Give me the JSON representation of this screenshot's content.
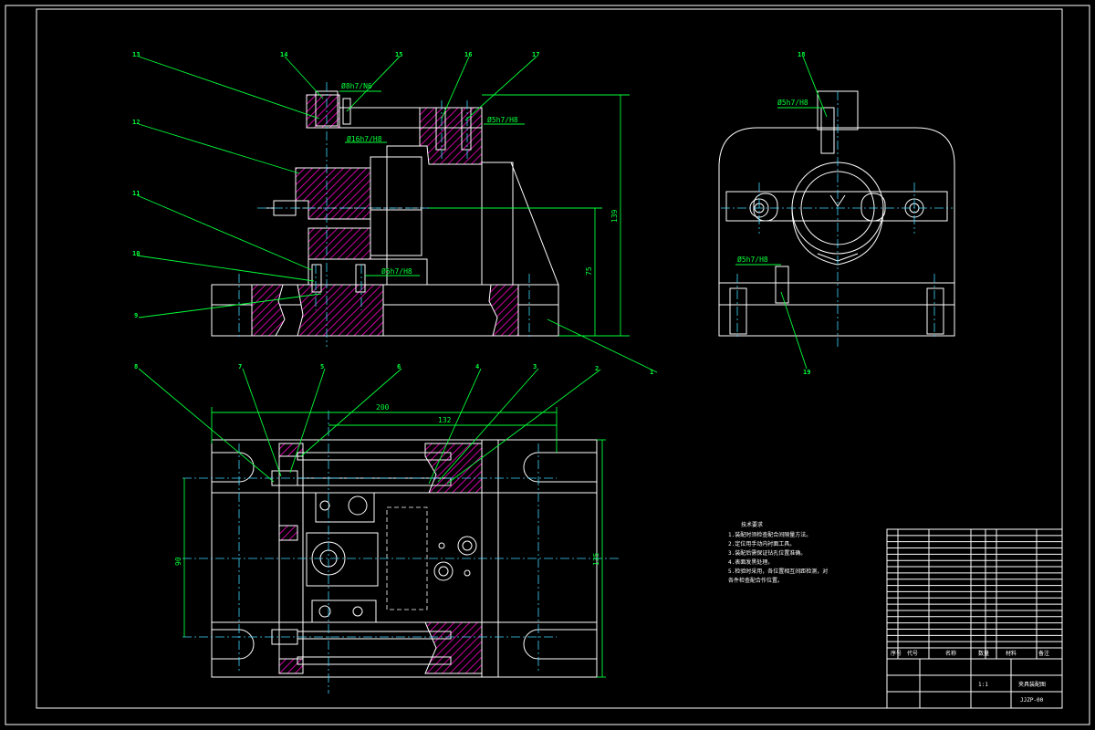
{
  "dimensions": {
    "front_139": "139",
    "front_75": "75",
    "plan_200": "200",
    "plan_132": "132",
    "plan_90": "90",
    "plan_135": "135"
  },
  "fits": {
    "fit_8h7n6": "Ø8h7/N6",
    "fit_16h7h8": "Ø16h7/H8",
    "fit_5h7h8_front_top": "Ø5h7/H8",
    "fit_5h7h8_front_mid": "Ø5h7/H8",
    "fit_5h7h8_side_top": "Ø5h7/H8",
    "fit_5h7h8_side_bottom": "Ø5h7/H8"
  },
  "leaders": [
    "1",
    "2",
    "3",
    "4",
    "5",
    "6",
    "7",
    "8",
    "9",
    "10",
    "11",
    "12",
    "13",
    "14",
    "15",
    "16",
    "17",
    "18",
    "19"
  ],
  "tech_requirements": {
    "title": "技术要求",
    "lines": [
      "1.装配时须检查配合间隙量方法。",
      "2.定位用手动内衬面工具。",
      "3.装配后需保证钻孔位置准确。",
      "4.表面发黑处理。",
      "5.检验时采用，各位置相互间距检测，对",
      "各件检查配合作位置。"
    ]
  },
  "title_block": {
    "drawing_name": "夹具装配图",
    "drawing_no": "JJZP-00",
    "scale": "1:1",
    "headers": [
      "序号",
      "代号",
      "名称",
      "数量",
      "材料",
      "备注"
    ]
  },
  "colors": {
    "background": "#000000",
    "outline": "#ffffff",
    "dimension": "#00ff3a",
    "centerline": "#3fd6ff",
    "hatch": "#ff00c8"
  }
}
